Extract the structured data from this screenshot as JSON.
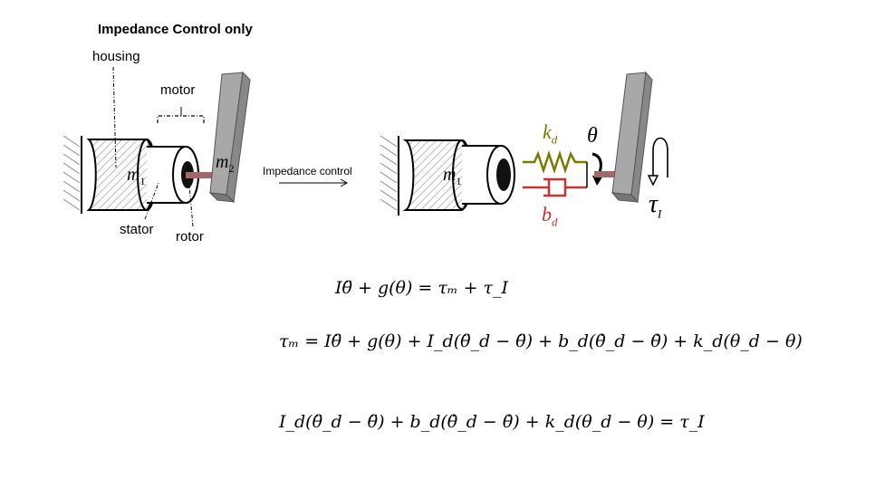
{
  "title": "Impedance Control only",
  "left_diagram": {
    "housing": "housing",
    "motor": "motor",
    "stator": "stator",
    "rotor": "rotor",
    "m1": "m",
    "m1_sub": "1",
    "m2": "m",
    "m2_sub": "2"
  },
  "arrow_label": "Impedance control",
  "right_diagram": {
    "m1": "m",
    "m1_sub": "1",
    "k": "k",
    "k_sub": "d",
    "b": "b",
    "b_sub": "d",
    "theta": "θ",
    "tau": "τ",
    "tau_sub": "I"
  },
  "equations": [
    "Iθ̈ + g(θ) = τₘ + τ_I",
    "τₘ = Iθ̈ + g(θ) + I_d(θ̈_d − θ̈) + b_d(θ̇_d − θ̇) + k_d(θ_d − θ)",
    "I_d(θ̈_d − θ̈) + b_d(θ̇_d − θ̇) + k_d(θ_d − θ) = τ_I"
  ],
  "colors": {
    "spring": "#7a7a00",
    "damper": "#c83232",
    "rod": "#a06868",
    "bar": "#a8a8a8"
  }
}
